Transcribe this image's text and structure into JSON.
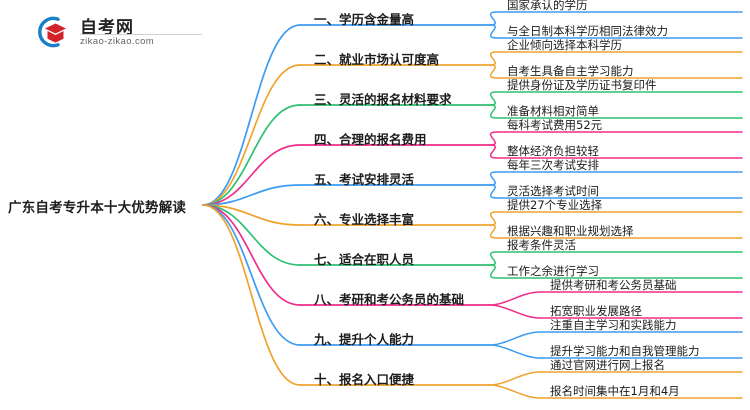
{
  "logo": {
    "brand_cn": "自考网",
    "brand_url": "zikao-zikao.com",
    "mark_icon": "graduation-cap-icon",
    "arc_color": "#1a7ec8",
    "cap_color": "#d2232a"
  },
  "mindmap": {
    "root": "广东自考专升本十大优势解读",
    "branches": [
      {
        "label": "一、学历含金量高",
        "color": "#3d9bf0",
        "children": [
          "国家承认的学历",
          "与全日制本科学历相同法律效力"
        ]
      },
      {
        "label": "二、就业市场认可度高",
        "color": "#f0a22e",
        "children": [
          "企业倾向选择本科学历",
          "自考生具备自主学习能力"
        ]
      },
      {
        "label": "三、灵活的报名材料要求",
        "color": "#2fbf71",
        "children": [
          "提供身份证及学历证书复印件",
          "准备材料相对简单"
        ]
      },
      {
        "label": "四、合理的报名费用",
        "color": "#ef2d8a",
        "children": [
          "每科考试费用52元",
          "整体经济负担较轻"
        ]
      },
      {
        "label": "五、考试安排灵活",
        "color": "#3d9bf0",
        "children": [
          "每年三次考试安排",
          "灵活选择考试时间"
        ]
      },
      {
        "label": "六、专业选择丰富",
        "color": "#f0a22e",
        "children": [
          "提供27个专业选择",
          "根据兴趣和职业规划选择"
        ]
      },
      {
        "label": "七、适合在职人员",
        "color": "#2fbf71",
        "children": [
          "报考条件灵活",
          "工作之余进行学习"
        ]
      },
      {
        "label": "八、考研和考公务员的基础",
        "color": "#ef2d8a",
        "children": [
          "提供考研和考公务员基础",
          "拓宽职业发展路径"
        ]
      },
      {
        "label": "九、提升个人能力",
        "color": "#3d9bf0",
        "children": [
          "注重自主学习和实践能力",
          "提升学习能力和自我管理能力"
        ]
      },
      {
        "label": "十、报名入口便捷",
        "color": "#f0a22e",
        "children": [
          "通过官网进行网上报名",
          "报名时间集中在1月和4月"
        ]
      }
    ]
  }
}
